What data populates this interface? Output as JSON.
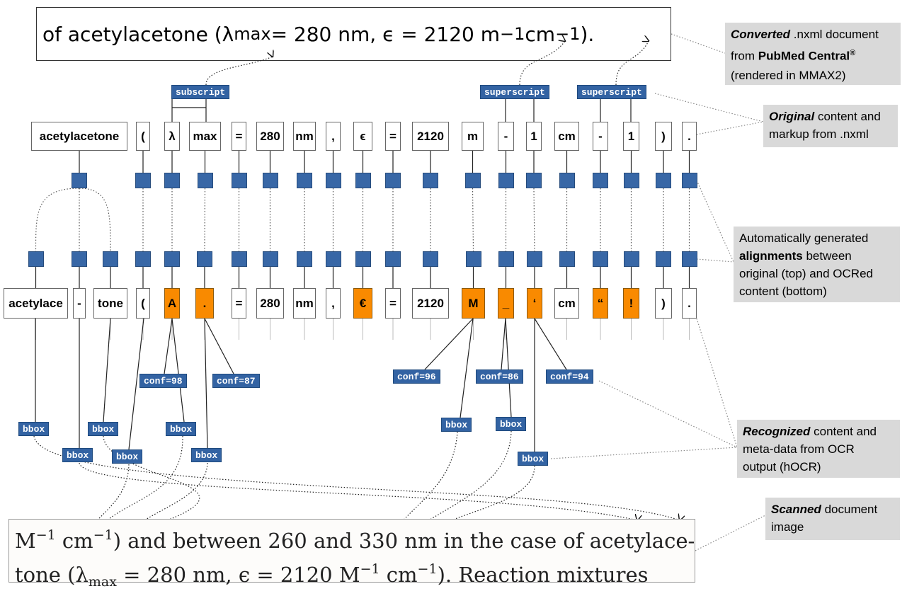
{
  "top_text": {
    "pre": "of acetylacetone (λ",
    "sub": "max",
    "mid": " = 280 nm, ϵ = 2120 m",
    "sup1": "−1",
    "mid2": " cm",
    "sup2": "−1",
    "post": ")."
  },
  "markup_labels": {
    "subscript": "subscript",
    "superscript_1": "superscript",
    "superscript_2": "superscript"
  },
  "original_tokens": [
    "acetylacetone",
    "(",
    "λ",
    "max",
    "=",
    "280",
    "nm",
    ",",
    "ϵ",
    "=",
    "2120",
    "m",
    "-",
    "1",
    "cm",
    "-",
    "1",
    ")",
    "."
  ],
  "ocr_tokens": [
    "acetylace",
    "-",
    "tone",
    "(",
    "A",
    ".",
    "=",
    "280",
    "nm",
    ",",
    "€",
    "=",
    "2120",
    "M",
    "_",
    "‘",
    "cm",
    "“",
    "!",
    ")",
    "."
  ],
  "ocr_conf": {
    "c1": "conf=98",
    "c2": "conf=87",
    "c3": "conf=96",
    "c4": "conf=86",
    "c5": "conf=94"
  },
  "bbox_label": "bbox",
  "scan_text": {
    "l1_a": "M",
    "l1_sup1": "−1",
    "l1_b": " cm",
    "l1_sup2": "−1",
    "l1_c": ") and between 260 and 330 nm in the case of acetylace-",
    "l2_a": "tone (λ",
    "l2_sub": "max",
    "l2_b": " = 280 nm, ϵ = 2120 M",
    "l2_sup1": "−1",
    "l2_c": " cm",
    "l2_sup2": "−1",
    "l2_d": "). Reaction mixtures"
  },
  "callouts": {
    "converted": {
      "em": "Converted",
      "t1": " .nxml document",
      "t2": "from ",
      "strong": "PubMed Central",
      "reg": "®",
      "t3": "(rendered in MMAX2)"
    },
    "original": {
      "em": "Original",
      "t1": " content and",
      "t2": "markup from .nxml"
    },
    "alignments": {
      "t1": "Automatically generated",
      "strong": "alignments",
      "t2": " between",
      "t3": "original (top) and OCRed",
      "t4": "content (bottom)"
    },
    "recognized": {
      "em": "Recognized",
      "t1": " content and",
      "t2": "meta-data from OCR",
      "t3": "output (hOCR)"
    },
    "scanned": {
      "em": "Scanned",
      "t1": " document",
      "t2": "image"
    }
  },
  "colors": {
    "node_blue": "#3867a6",
    "label_blue": "#3363a3",
    "ocr_error_orange": "#f98a00",
    "callout_gray": "#d9d9d9"
  }
}
